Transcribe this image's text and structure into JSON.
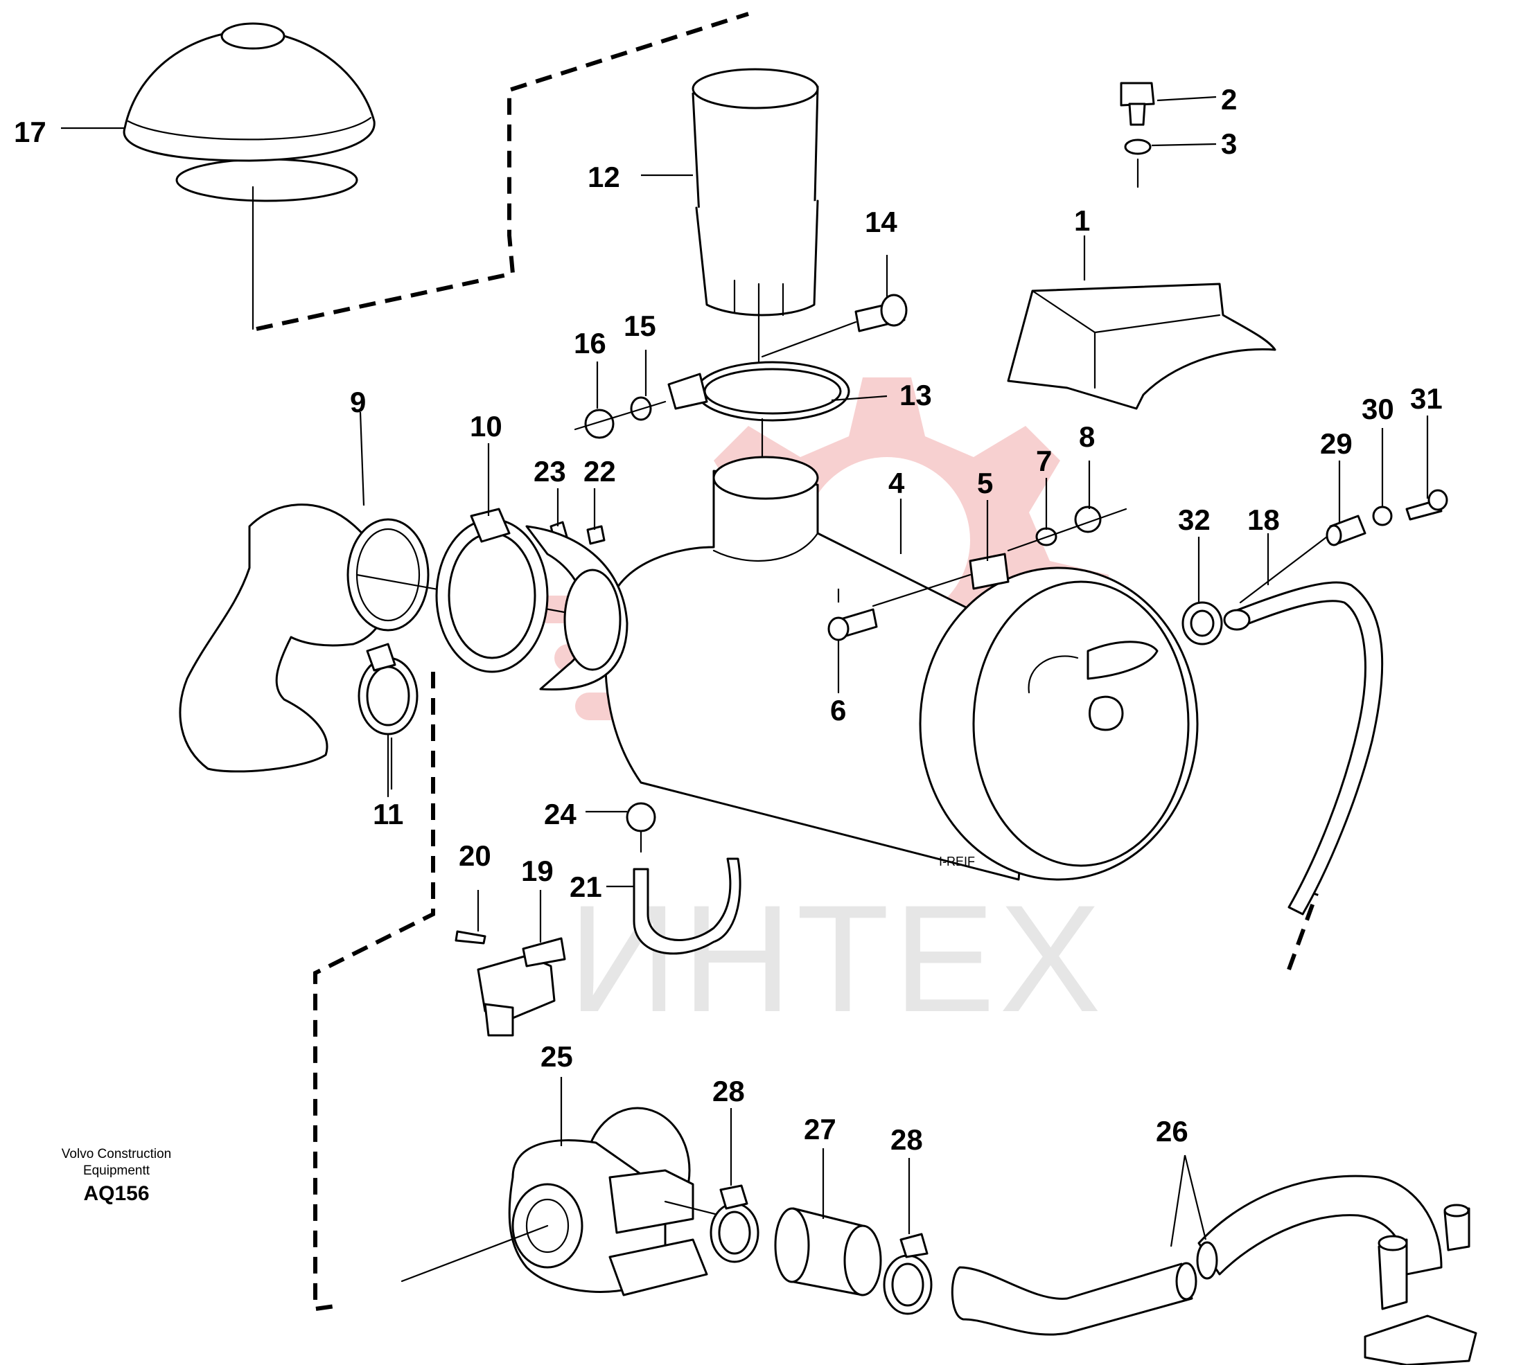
{
  "diagram": {
    "part_labels": [
      "1",
      "2",
      "3",
      "4",
      "5",
      "6",
      "7",
      "8",
      "9",
      "10",
      "11",
      "12",
      "13",
      "14",
      "15",
      "16",
      "17",
      "18",
      "19",
      "20",
      "21",
      "22",
      "23",
      "24",
      "25",
      "26",
      "27",
      "28",
      "28",
      "29",
      "30",
      "31",
      "32"
    ],
    "maker_line1": "Volvo Construction",
    "maker_line2": "Equipmentt",
    "figure_code": "AQ156",
    "drafter_mark": "I-REIF",
    "watermark_text": "ИНТЕХ"
  },
  "colors": {
    "watermark_logo": "#f6c8c8",
    "watermark_text": "#e6e6e6",
    "ink": "#000000"
  }
}
